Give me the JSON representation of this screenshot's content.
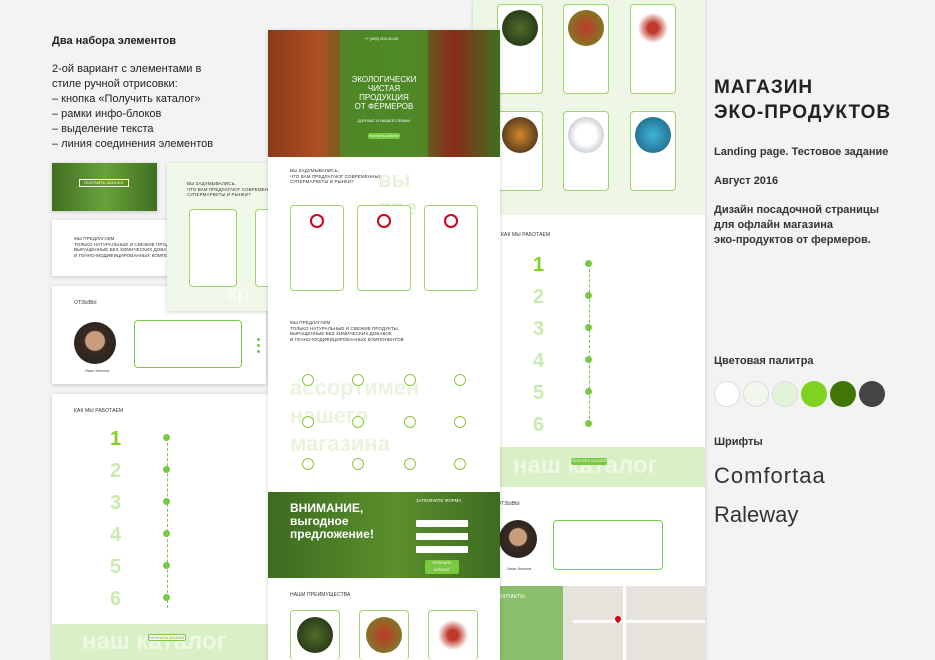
{
  "intro": {
    "title": "Два набора элементов",
    "body": "2-ой вариант с элементами в\nстиле ручной отрисовки:\n– кнопка «Получить каталог»\n– рамки инфо-блоков\n– выделение текста\n– линия соединения элементов"
  },
  "info": {
    "title": "МАГАЗИН\nЭКО-ПРОДУКТОВ",
    "subtitle": "Landing page. Тестовое задание",
    "date": "Август 2016",
    "description": "Дизайн посадочной страницы\nдля офлайн магазина\nэко-продуктов от фермеров.",
    "palette_label": "Цветовая палитра",
    "fonts_label": "Шрифты",
    "font1": "Comfortaa",
    "font2": "Raleway"
  },
  "palette": [
    "#ffffff",
    "#f1f7ec",
    "#e3f3d8",
    "#7ed321",
    "#417505",
    "#444444"
  ],
  "mockups": {
    "catalog_button": "ПОЛУЧИТЬ КАТАЛОГ",
    "offer_text": "МЫ ПРЕДЛАГАЕМ\nТОЛЬКО НАТУРАЛЬНЫЕ И СВЕЖИЕ ПРОДУКТЫ,\nВЫРАЩЕННЫЕ БЕЗ ХИМИЧЕСКИХ ДОБАВОК\nИ ГЕННО-МОДИФИЦИРОВАННЫХ КОМПОНЕНТОВ",
    "reviews": "ОТЗЫВЫ",
    "how_we_work": "КАК МЫ РАБОТАЕМ",
    "wonder": "ВЫ ЗАДУМЫВАЛИСЬ,\nЧТО ВАМ ПРЕДЛАГАЮТ СОВРЕМЕННЫЕ\nСУПЕРМАРКЕТЫ И РЫНКИ?",
    "hero_title": "ЭКОЛОГИЧЕСКИ\nЧИСТАЯ\nПРОДУКЦИЯ\nОТ ФЕРМЕРОВ",
    "hero_sub": "ДЛЯ ВАС И ВАШЕЙ СЕМЬИ",
    "phone": "+7 (495) 000-00-00",
    "attention": "ВНИМАНИЕ,\nвыгодное\nпредложение!",
    "form_title": "ЗАПОЛНИТЕ ФОРМУ,",
    "advantages": "НАШИ ПРЕИМУЩЕСТВА",
    "contacts": "КОНТАКТЫ",
    "catalog_wm": "наш каталог",
    "reviewer": "Иван Иванов",
    "steps": [
      "1",
      "2",
      "3",
      "4",
      "5",
      "6"
    ]
  }
}
